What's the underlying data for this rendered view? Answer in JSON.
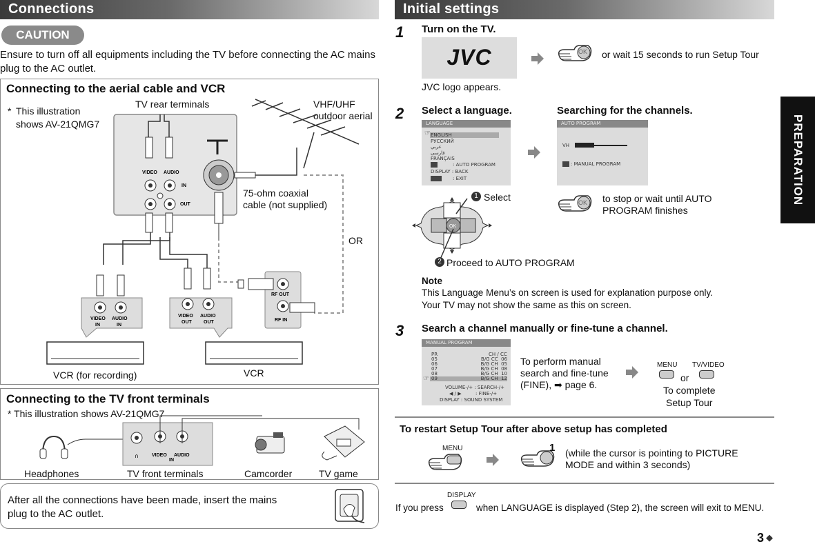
{
  "left": {
    "header": "Connections",
    "caution_label": "CAUTION",
    "caution_text": "Ensure to turn off all equipments including the TV before connecting the AC mains plug to the AC outlet.",
    "aerial": {
      "title": "Connecting to the aerial cable and VCR",
      "note_star": "*",
      "note_line1": "This illustration",
      "note_line2": "shows AV-21QMG7",
      "tv_rear": "TV rear terminals",
      "antenna_line1": "VHF/UHF",
      "antenna_line2": "outdoor aerial",
      "coax_line1": "75-ohm coaxial",
      "coax_line2": "cable (not supplied)",
      "or": "OR",
      "vcr_rec": "VCR (for recording)",
      "vcr": "VCR",
      "video": "VIDEO",
      "audio": "AUDIO",
      "in": "IN",
      "out": "OUT",
      "rf_out": "RF OUT",
      "rf_in": "RF IN"
    },
    "front": {
      "title": "Connecting to the TV front terminals",
      "note": "* This illustration shows AV-21QMG7",
      "headphones": "Headphones",
      "tv_front": "TV front terminals",
      "camcorder": "Camcorder",
      "tv_game": "TV game",
      "video": "VIDEO",
      "audio": "AUDIO",
      "in": "IN"
    },
    "final_line1": "After all the connections have been made, insert the mains",
    "final_line2": "plug to the AC outlet."
  },
  "right": {
    "header": "Initial settings",
    "side_tab": "PREPARATION",
    "step1": {
      "num": "1",
      "title": "Turn on the TV.",
      "logo": "JVC",
      "caption": "JVC logo appears.",
      "wait": "or wait 15 seconds to run Setup Tour",
      "ok": "OK"
    },
    "step2": {
      "num": "2",
      "title": "Select a language.",
      "title2": "Searching for the channels.",
      "lang_bar": "LANGUAGE",
      "langs": [
        "ENGLISH",
        "РУССКИЙ",
        "عربي",
        "فارسی",
        "FRANÇAIS"
      ],
      "lang_ok": ": AUTO PROGRAM",
      "lang_display": "DISPLAY : BACK",
      "lang_menu": ": EXIT",
      "auto_bar": "AUTO PROGRAM",
      "auto_vh": "VH",
      "auto_manual": ": MANUAL PROGRAM",
      "select": "Select",
      "proceed": "Proceed to AUTO PROGRAM",
      "stop_line1": "to stop or wait until AUTO",
      "stop_line2": "PROGRAM finishes",
      "note_title": "Note",
      "note_line1": "This Language Menu’s on screen is used for explanation purpose only.",
      "note_line2": "Your TV may not show the same as this on screen."
    },
    "step3": {
      "num": "3",
      "title": "Search a channel manually or fine-tune a channel.",
      "manual_bar": "MANUAL PROGRAM",
      "pr_header": "PR",
      "ch_header": "CH / CC",
      "rows": [
        {
          "pr": "05",
          "sys": "B/G",
          "type": "CC",
          "ch": "06"
        },
        {
          "pr": "06",
          "sys": "B/G",
          "type": "CH",
          "ch": "05"
        },
        {
          "pr": "07",
          "sys": "B/G",
          "type": "CH",
          "ch": "08"
        },
        {
          "pr": "08",
          "sys": "B/G",
          "type": "CH",
          "ch": "10"
        },
        {
          "pr": "09",
          "sys": "B/G",
          "type": "CH",
          "ch": "12"
        }
      ],
      "vol_line": "VOLUME-/+ : SEARCH-/+",
      "fine_line": ": FINE-/+",
      "display_line": "DISPLAY : SOUND SYSTEM",
      "desc_line1": "To perform manual",
      "desc_line2": "search and fine-tune",
      "desc_line3": "(FINE), ➡ page 6.",
      "menu_key": "MENU",
      "tv_video_key": "TV/VIDEO",
      "or": "or",
      "complete_line1": "To complete",
      "complete_line2": "Setup Tour"
    },
    "restart": {
      "title": "To restart Setup Tour after above setup has completed",
      "menu_key": "MENU",
      "key_one": "1",
      "text_line1": "(while the cursor is pointing to PICTURE",
      "text_line2": "MODE and within 3 seconds)"
    },
    "display_key": "DISPLAY",
    "bottom_left": "If you press",
    "bottom_right": "when LANGUAGE is displayed (Step 2), the screen will exit to MENU.",
    "page_num": "3"
  }
}
